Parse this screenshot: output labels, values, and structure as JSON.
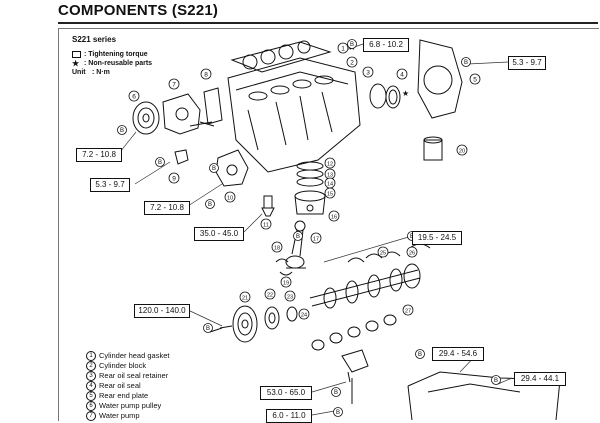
{
  "header": {
    "title": "COMPONENTS (S221)"
  },
  "diagram": {
    "series": "S221 series"
  },
  "legend": {
    "tightening_torque": "Tightening torque",
    "non_reusable": "Non-reusable parts",
    "unit_key": "Unit",
    "unit_value": "N·m"
  },
  "torque_specs": [
    "6.8 - 10.2",
    "5.3 - 9.7",
    "7.2 - 10.8",
    "5.3 - 9.7",
    "7.2 - 10.8",
    "35.0 - 45.0",
    "19.5 - 24.5",
    "120.0 - 140.0",
    "29.4 - 54.6",
    "29.4 - 44.1",
    "53.0 - 65.0",
    "6.0 - 11.0"
  ],
  "parts": [
    {
      "num": "1",
      "name": "Cylinder head gasket"
    },
    {
      "num": "2",
      "name": "Cylinder block"
    },
    {
      "num": "3",
      "name": "Rear oil seal retainer"
    },
    {
      "num": "4",
      "name": "Rear oil seal"
    },
    {
      "num": "5",
      "name": "Rear end plate"
    },
    {
      "num": "6",
      "name": "Water pump pulley"
    },
    {
      "num": "7",
      "name": "Water pump"
    }
  ],
  "callouts": [
    "1",
    "2",
    "3",
    "4",
    "5",
    "6",
    "7",
    "8",
    "9",
    "10",
    "11",
    "12",
    "13",
    "14",
    "15",
    "16",
    "17",
    "18",
    "19",
    "20",
    "21",
    "22",
    "23",
    "24",
    "25",
    "26",
    "27"
  ],
  "marks": {
    "b": "B"
  }
}
